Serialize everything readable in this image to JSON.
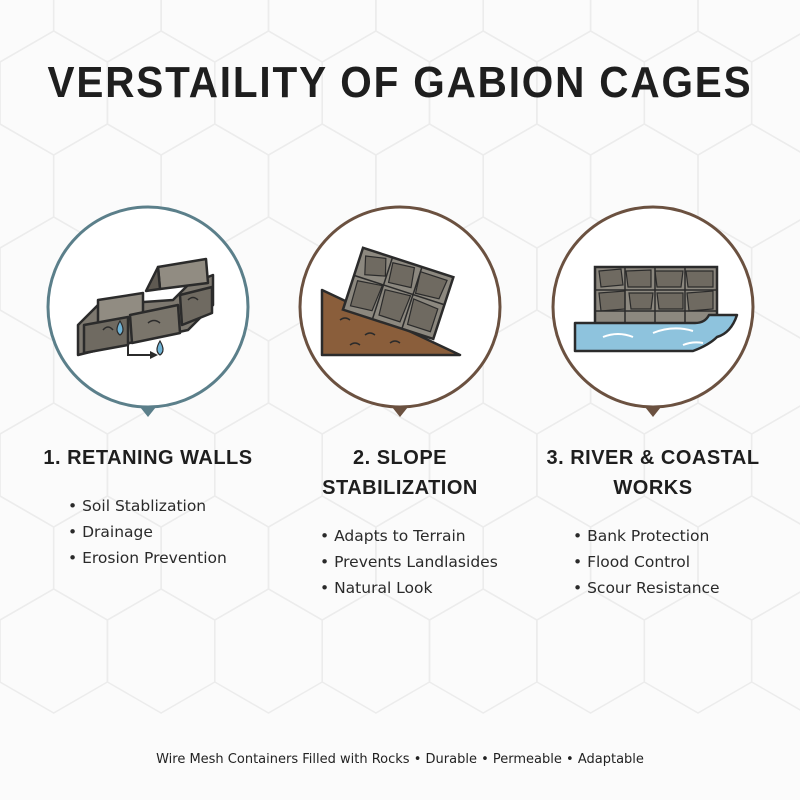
{
  "title": "VERSTAILITY OF GABION CAGES",
  "accent_colors": {
    "retaining": "#5b7f8a",
    "slope": "#6b5140",
    "river": "#6b5140",
    "water": "#8ec3dd",
    "soil": "#8a5e3b",
    "stone": "#807b70"
  },
  "columns": [
    {
      "icon": "retaining-wall-icon",
      "heading": "1. RETANING WALLS",
      "items": [
        "Soil Stablization",
        "Drainage",
        "Erosion Prevention"
      ]
    },
    {
      "icon": "slope-gabion-icon",
      "heading": "2. SLOPE STABILIZATION",
      "heading_lines": [
        "2. SLOPE",
        "STABILIZATION"
      ],
      "items": [
        "Adapts to Terrain",
        "Prevents Landlasides",
        "Natural Look"
      ]
    },
    {
      "icon": "river-gabion-icon",
      "heading": "3. RIVER & COASTAL WORKS",
      "heading_lines": [
        "3. RIVER & COASTAL",
        "WORKS"
      ],
      "items": [
        "Bank Protection",
        "Flood Control",
        "Scour Resistance"
      ]
    }
  ],
  "footer": {
    "parts": [
      "Wire Mesh Containers Filled with Rocks",
      "Durable",
      "Permeable",
      "Adaptable"
    ],
    "separator": "•"
  }
}
